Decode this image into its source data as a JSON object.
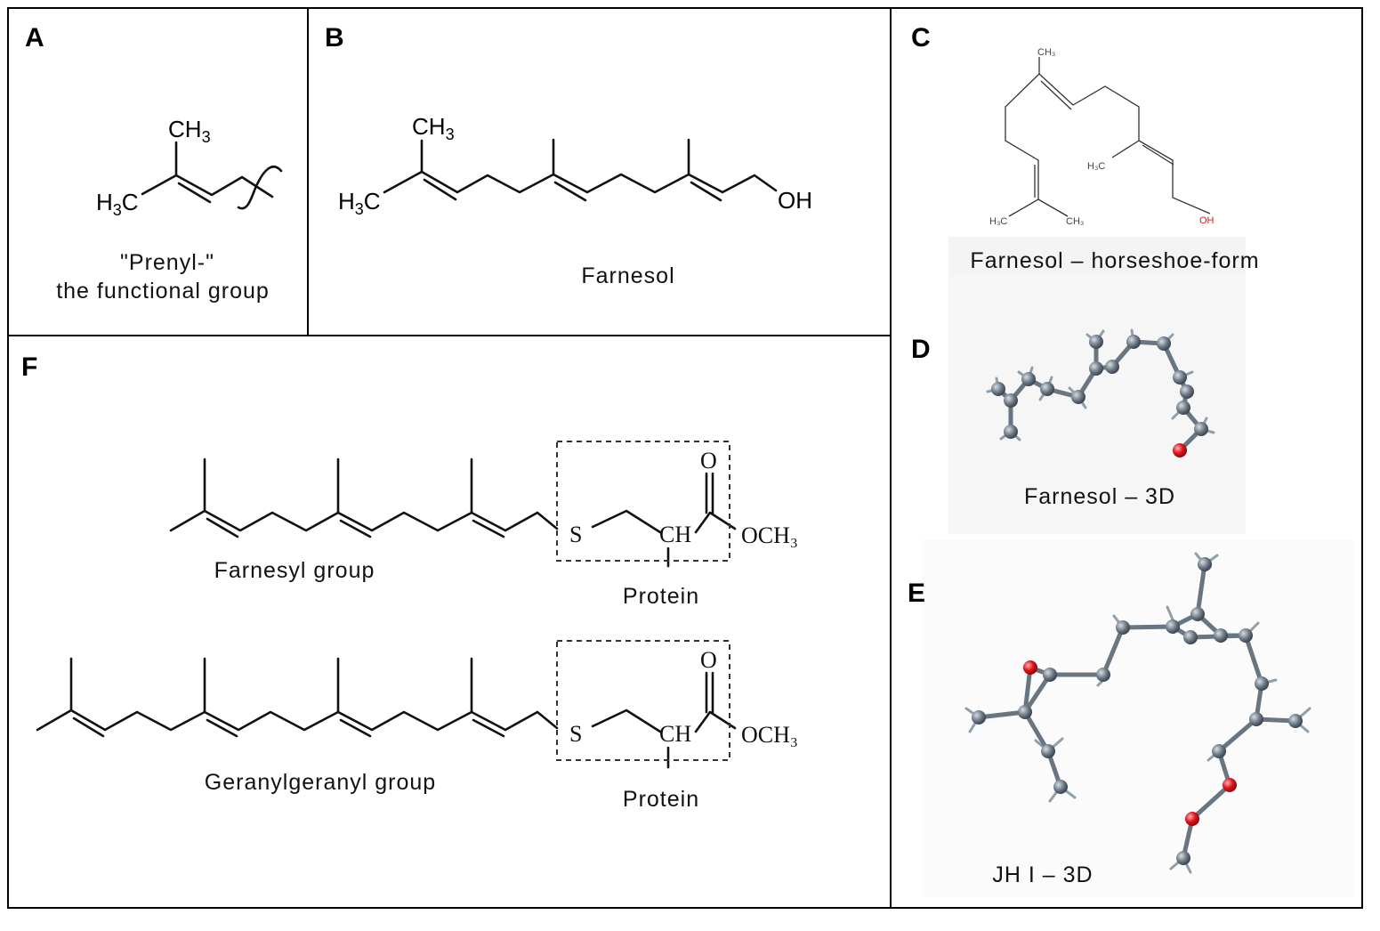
{
  "panels": {
    "A": {
      "letter": "A",
      "caption_line1": "\"Prenyl-\"",
      "caption_line2": "the functional group",
      "atom_ch3": "CH",
      "atom_h3c": "H",
      "atom_h3c_tail": "C",
      "sub3": "3"
    },
    "B": {
      "letter": "B",
      "caption": "Farnesol",
      "atom_ch3": "CH",
      "atom_h3c": "H",
      "atom_h3c_tail": "C",
      "atom_oh": "OH",
      "sub3": "3"
    },
    "C": {
      "letter": "C",
      "caption": "Farnesol – horseshoe-form",
      "atom_ch3_top": "CH₃",
      "atom_h3c_left": "H₃C",
      "atom_h3c_bl": "H₃C",
      "atom_ch3_br": "CH₃",
      "atom_oh": "OH"
    },
    "D": {
      "letter": "D",
      "caption": "Farnesol – 3D"
    },
    "E": {
      "letter": "E",
      "caption": "JH I – 3D"
    },
    "F": {
      "letter": "F",
      "farnesyl_label": "Farnesyl group",
      "geranyl_label": "Geranylgeranyl group",
      "protein_label": "Protein",
      "atom_s": "S",
      "atom_ch": "CH",
      "atom_o": "O",
      "atom_och3": "OCH₃"
    }
  },
  "colors": {
    "border": "#000000",
    "carbon": "#6a7582",
    "hydrogen": "#a9e6f2",
    "oxygen": "#e0141c",
    "panel_bg": "#f6f6f6"
  }
}
